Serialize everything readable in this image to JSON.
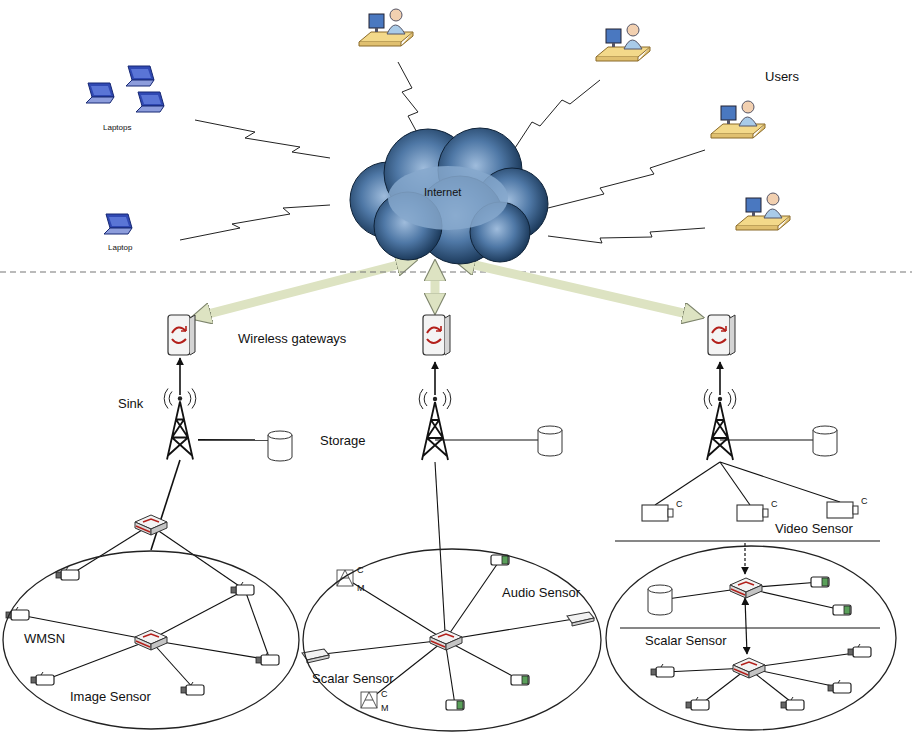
{
  "diagram": {
    "nodes": [
      {
        "text": [
          "Internet"
        ]
      },
      {
        "text": [
          "Wireless gateways"
        ]
      },
      {
        "text": [
          "Sink"
        ]
      },
      {
        "text": [
          "Storage"
        ]
      },
      {
        "text": [
          "WMSN",
          "Image Sensor"
        ]
      },
      {
        "text": [
          "Audio Sensor",
          "Scalar Sensor"
        ]
      },
      {
        "text": [
          "Scalar Sensor"
        ]
      }
    ],
    "edges": [
      {
        "from": 0,
        "to": 1,
        "arrow": "both"
      },
      {
        "from": 2,
        "to": 1,
        "arrow": "to"
      },
      {
        "from": 4,
        "to": 2,
        "arrow": "none"
      },
      {
        "from": 2,
        "to": 3,
        "arrow": "none"
      }
    ],
    "labels": [
      "Laptops",
      "Laptop",
      "Users",
      "Video Sensor",
      "C",
      "M",
      "C",
      "M",
      "C",
      "C",
      "C"
    ]
  }
}
